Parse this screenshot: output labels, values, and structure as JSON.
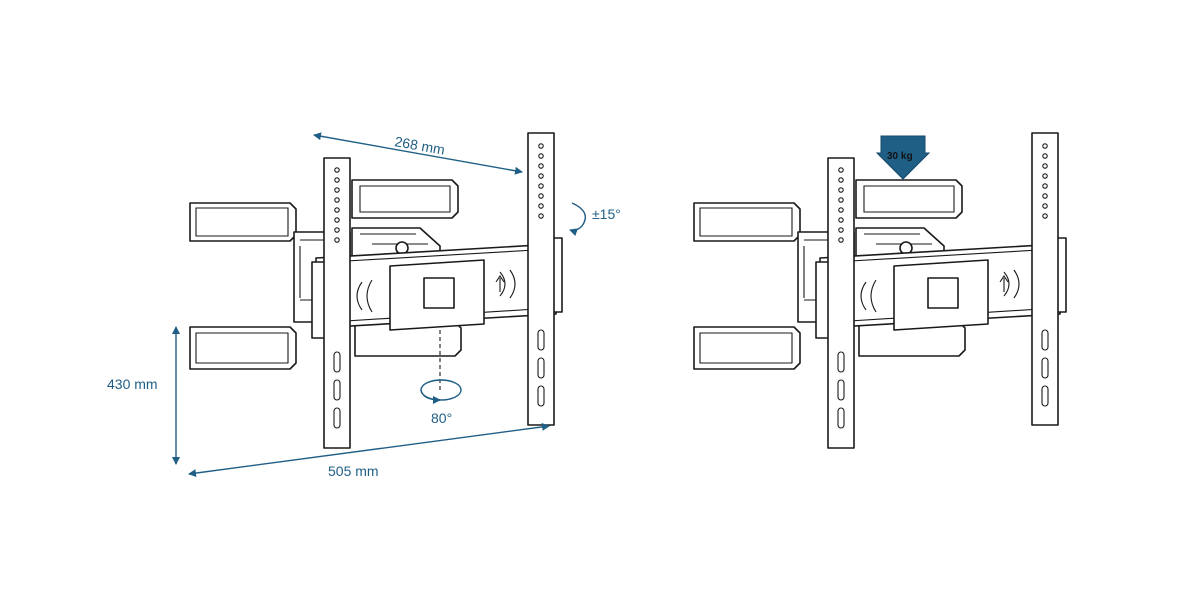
{
  "labels": {
    "width_top": "268 mm",
    "height": "430 mm",
    "width_bottom": "505 mm",
    "tilt": "±15°",
    "swivel": "80°",
    "load": "30 kg"
  },
  "colors": {
    "dimension": "#1f5f86",
    "line": "#1a1a1a",
    "load_arrow": "#1f5f86"
  },
  "icons": {
    "load": "down-arrow-icon",
    "tilt": "tilt-rotation-icon",
    "swivel": "swivel-rotation-icon"
  }
}
